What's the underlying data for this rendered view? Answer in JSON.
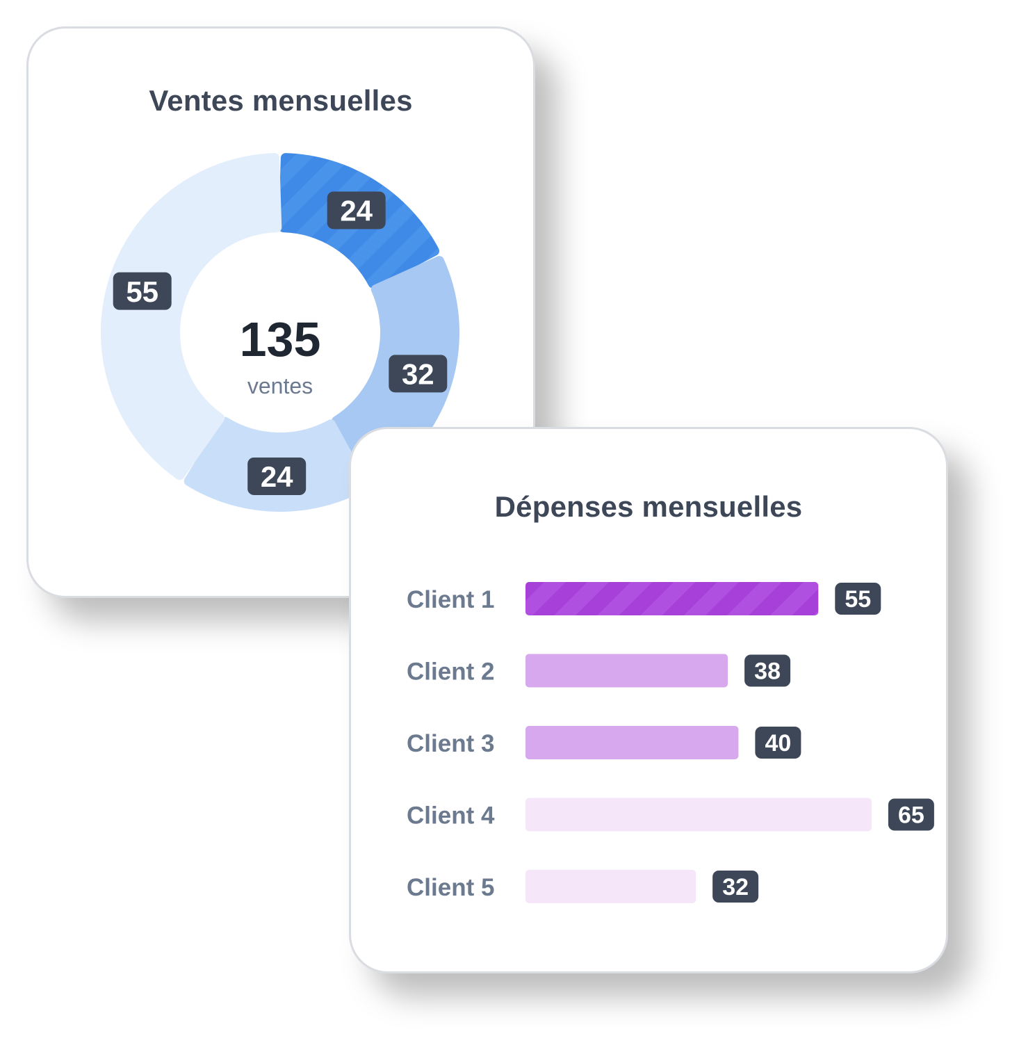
{
  "chart_data": [
    {
      "type": "pie",
      "title": "Ventes mensuelles",
      "center_value": "135",
      "center_label": "ventes",
      "segments": [
        {
          "value": 24,
          "label": "24",
          "color": "#3f8ae6",
          "striped": true
        },
        {
          "value": 32,
          "label": "32",
          "color": "#a6c8f2",
          "striped": false
        },
        {
          "value": 24,
          "label": "24",
          "color": "#c9def8",
          "striped": false
        },
        {
          "value": 55,
          "label": "55",
          "color": "#e2eefb",
          "striped": false
        }
      ],
      "badge_color": "#3d4757",
      "badge_text_color": "#ffffff",
      "center_value_color": "#1f2733",
      "center_label_color": "#6b7a8f"
    },
    {
      "type": "bar",
      "orientation": "horizontal",
      "title": "Dépenses mensuelles",
      "categories": [
        "Client 1",
        "Client 2",
        "Client 3",
        "Client 4",
        "Client 5"
      ],
      "values": [
        55,
        38,
        40,
        65,
        32
      ],
      "value_labels": [
        "55",
        "38",
        "40",
        "65",
        "32"
      ],
      "bar_colors": [
        "#a640d8",
        "#d8a8ee",
        "#d8a8ee",
        "#f5e6f9",
        "#f5e6f9"
      ],
      "striped": [
        true,
        false,
        false,
        false,
        false
      ],
      "label_color": "#6b7a8f",
      "badge_color": "#3d4757",
      "badge_text_color": "#ffffff"
    }
  ]
}
